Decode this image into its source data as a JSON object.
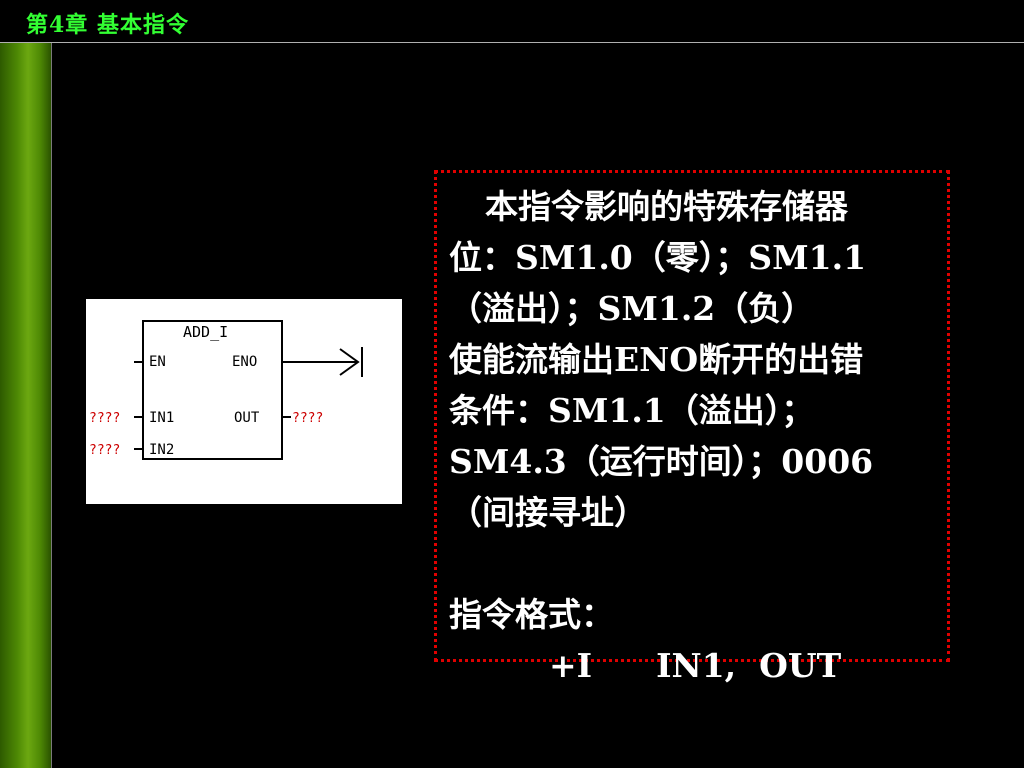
{
  "header": {
    "title": "第4章  基本指令"
  },
  "ladder_block": {
    "title": "ADD_I",
    "en": "EN",
    "eno": "ENO",
    "in1": "IN1",
    "in2": "IN2",
    "out": "OUT",
    "in1_value": "????",
    "in2_value": "????",
    "out_value": "????"
  },
  "text_box": {
    "lines": [
      "本指令影响的特殊存储器",
      "位：SM1.0（零）；SM1.1",
      "（溢出）；SM1.2（负）",
      "使能流输出ENO断开的出错",
      "条件：SM1.1（溢出）；",
      "SM4.3（运行时间）；0006",
      "（间接寻址）",
      "",
      "指令格式："
    ],
    "format": {
      "opcode": "+I",
      "operands": "IN1,  OUT"
    }
  },
  "colors": {
    "header_text": "#33ff33",
    "box_border": "#e00000",
    "wire_value": "#cc0000",
    "left_bar": "#4f8a05"
  }
}
